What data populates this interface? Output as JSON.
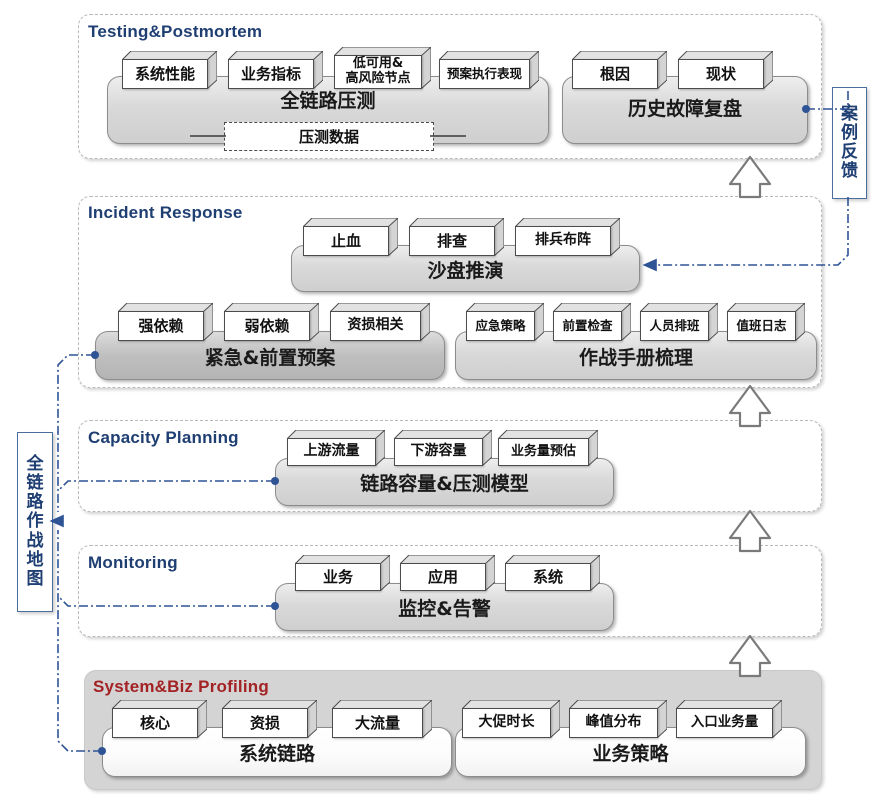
{
  "diagram": {
    "title_left_vertical": [
      "全",
      "链",
      "路",
      "作",
      "战",
      "地",
      "图"
    ],
    "title_right_vertical": [
      "案",
      "例",
      "反",
      "馈"
    ]
  },
  "sections": [
    {
      "id": "testing",
      "title": "Testing&Postmortem",
      "title_color": "#1f3f73",
      "groups": [
        {
          "id": "fullink-stress",
          "label": "全链路压测",
          "chips": [
            "系统性能",
            "业务指标",
            "低可用&\n高风险节点",
            "预案执行表现"
          ]
        },
        {
          "id": "history-review",
          "label": "历史故障复盘",
          "chips": [
            "根因",
            "现状"
          ]
        }
      ],
      "note": "压测数据"
    },
    {
      "id": "incident",
      "title": "Incident Response",
      "title_color": "#1f3f73",
      "groups": [
        {
          "id": "sandtable",
          "label": "沙盘推演",
          "chips": [
            "止血",
            "排查",
            "排兵布阵"
          ]
        },
        {
          "id": "emergency-plan",
          "label": "紧急&前置预案",
          "chips": [
            "强依赖",
            "弱依赖",
            "资损相关"
          ]
        },
        {
          "id": "playbook",
          "label": "作战手册梳理",
          "chips": [
            "应急策略",
            "前置检查",
            "人员排班",
            "值班日志"
          ]
        }
      ]
    },
    {
      "id": "capacity",
      "title": "Capacity Planning",
      "title_color": "#1f3f73",
      "groups": [
        {
          "id": "capacity-model",
          "label": "链路容量&压测模型",
          "chips": [
            "上游流量",
            "下游容量",
            "业务量预估"
          ]
        }
      ]
    },
    {
      "id": "monitoring",
      "title": "Monitoring",
      "title_color": "#1f3f73",
      "groups": [
        {
          "id": "monitor-alert",
          "label": "监控&告警",
          "chips": [
            "业务",
            "应用",
            "系统"
          ]
        }
      ]
    },
    {
      "id": "profiling",
      "title": "System&Biz Profiling",
      "title_color": "#a32224",
      "groups": [
        {
          "id": "system-link",
          "label": "系统链路",
          "chips": [
            "核心",
            "资损",
            "大流量"
          ]
        },
        {
          "id": "biz-strategy",
          "label": "业务策略",
          "chips": [
            "大促时长",
            "峰值分布",
            "入口业务量"
          ]
        }
      ]
    }
  ],
  "colors": {
    "accent_blue": "#1f3f73",
    "accent_red": "#a32224",
    "connector_blue": "#2e5496",
    "bar_grey": "#d9d9d9",
    "container_grey": "#d4d4d4"
  }
}
